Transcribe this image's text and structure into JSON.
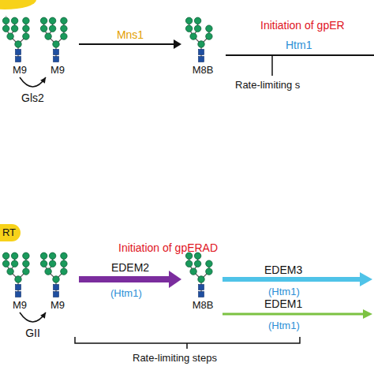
{
  "diagram": {
    "nodes": [
      {
        "text": [
          "M9"
        ]
      },
      {
        "text": [
          "M9"
        ]
      },
      {
        "text": [
          "M8B"
        ]
      },
      {
        "text": [
          "RT"
        ]
      },
      {
        "text": [
          "M9"
        ]
      },
      {
        "text": [
          "M9"
        ]
      },
      {
        "text": [
          "M8B"
        ]
      }
    ],
    "edges": [
      {
        "from": 0,
        "to": 1,
        "arrow": "to",
        "label": "Gls2"
      },
      {
        "from": 1,
        "to": 2,
        "arrow": "to",
        "label": "Mns1"
      },
      {
        "from": 4,
        "to": 5,
        "arrow": "to",
        "label": "GII"
      },
      {
        "from": 5,
        "to": 6,
        "arrow": "to",
        "label": "EDEM2"
      }
    ],
    "labels": [
      "Initiation of gpER",
      "Htm1",
      "Rate-limiting s",
      "Initiation of gpERAD",
      "(Htm1)",
      "EDEM3",
      "(Htm1)",
      "EDEM1",
      "(Htm1)",
      "Rate-limiting steps"
    ]
  }
}
